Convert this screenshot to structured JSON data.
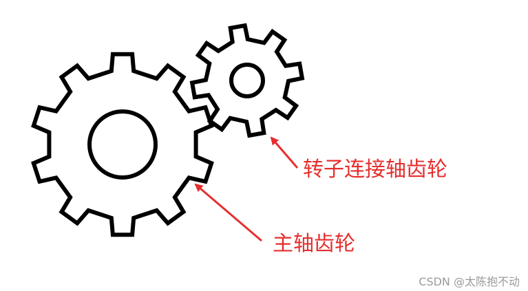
{
  "labels": {
    "rotor_gear": "转子连接轴齿轮",
    "main_gear": "主轴齿轮"
  },
  "watermark": "CSDN @太陈抱不动",
  "colors": {
    "gear_stroke": "#000000",
    "gear_fill": "#ffffff",
    "label": "#e62e2e",
    "arrow": "#e62e2e",
    "watermark": "#9a9a9a"
  },
  "gears": {
    "main": {
      "teeth": 10
    },
    "rotor": {
      "teeth": 8
    }
  }
}
